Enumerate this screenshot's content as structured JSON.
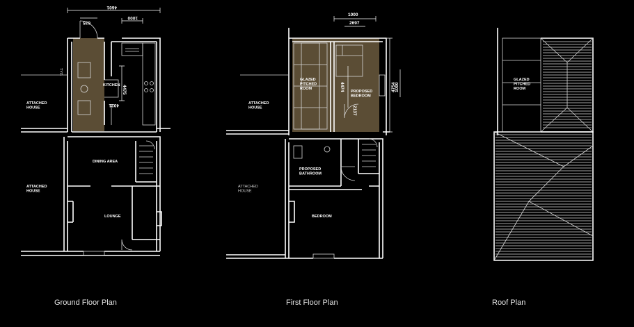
{
  "captions": {
    "ground": "Ground Floor Plan",
    "first": "First Floor Plan",
    "roof": "Roof Plan"
  },
  "ground_floor": {
    "dim_width": "4601",
    "dim_door": "1000",
    "dim_635": "635",
    "dim_kitchen": "4475",
    "dim_4021": "4021",
    "kitchen": "KITCHEN",
    "dining": "DINING AREA",
    "lounge": "LOUNGE",
    "attached_top": "ATTACHED\nHOUSE",
    "attached_bottom": "ATTACHED\nHOUSE",
    "tag": "TYP."
  },
  "first_floor": {
    "dim_1000": "1000",
    "dim_2697": "2697",
    "dim_4474": "4474",
    "dim_4754": "4754",
    "dim_1000_side": "1000",
    "dim_2137": "2137",
    "glazed_room": "GLAZED\nPITCHED\nROOM",
    "proposed_bedroom": "PROPOSED\nBEDROOM",
    "proposed_bathroom": "PROPOSED\nBATHROOM",
    "bedroom": "BEDROOM",
    "attached_top": "ATTACHED\nHOUSE",
    "attached_bottom": "ATTACHED\nHOUSE"
  },
  "roof": {
    "glazed_room": "GLAZED\nPITCHED\nROOM"
  },
  "colors": {
    "background": "#000000",
    "lines": "#ffffff",
    "extension_fill": "#6b5a3e"
  }
}
